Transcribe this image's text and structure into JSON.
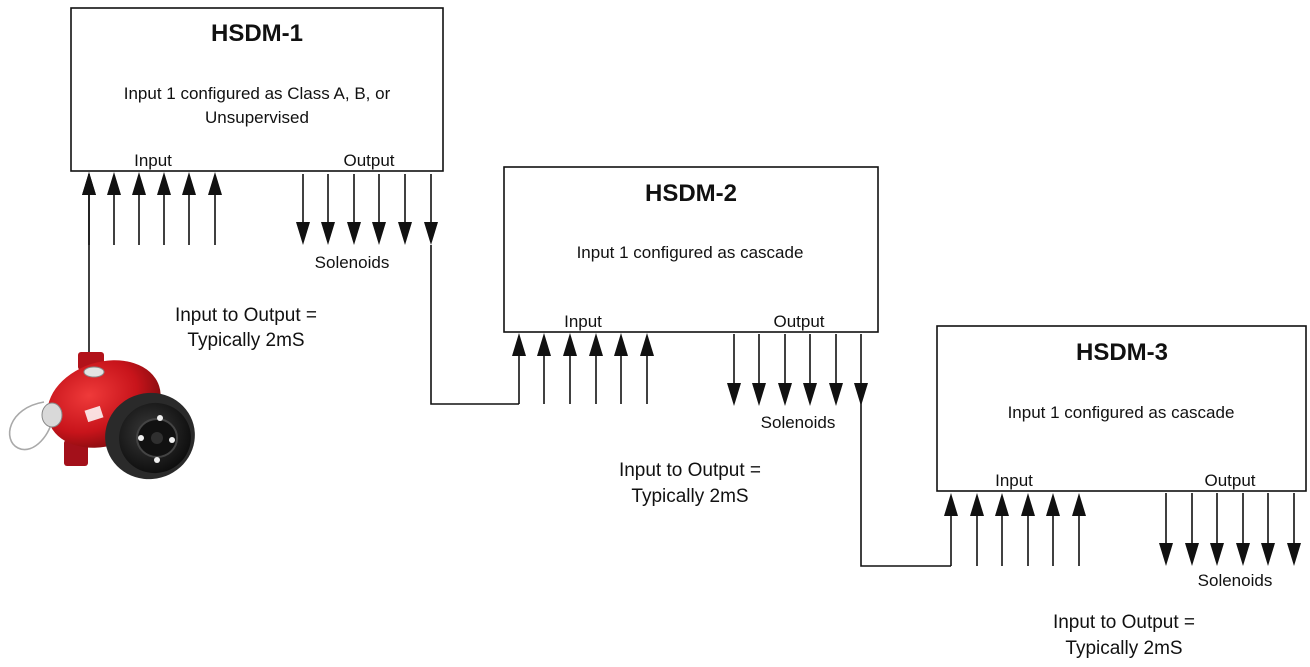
{
  "modules": [
    {
      "title": "HSDM-1",
      "description": [
        "Input 1 configured as  Class A, B, or",
        "Unsupervised"
      ],
      "input_label": "Input",
      "output_label": "Output",
      "solenoids_label": "Solenoids",
      "note": [
        "Input to Output =",
        "Typically 2mS"
      ]
    },
    {
      "title": "HSDM-2",
      "description": [
        "Input 1 configured as cascade"
      ],
      "input_label": "Input",
      "output_label": "Output",
      "solenoids_label": "Solenoids",
      "note": [
        "Input to Output =",
        "Typically 2mS"
      ]
    },
    {
      "title": "HSDM-3",
      "description": [
        "Input 1 configured as cascade"
      ],
      "input_label": "Input",
      "output_label": "Output",
      "solenoids_label": "Solenoids",
      "note": [
        "Input to Output =",
        "Typically 2mS"
      ]
    }
  ],
  "detector": {
    "icon": "flame-detector-icon",
    "body_color": "#c8141b",
    "face_color": "#1c1c1c"
  }
}
